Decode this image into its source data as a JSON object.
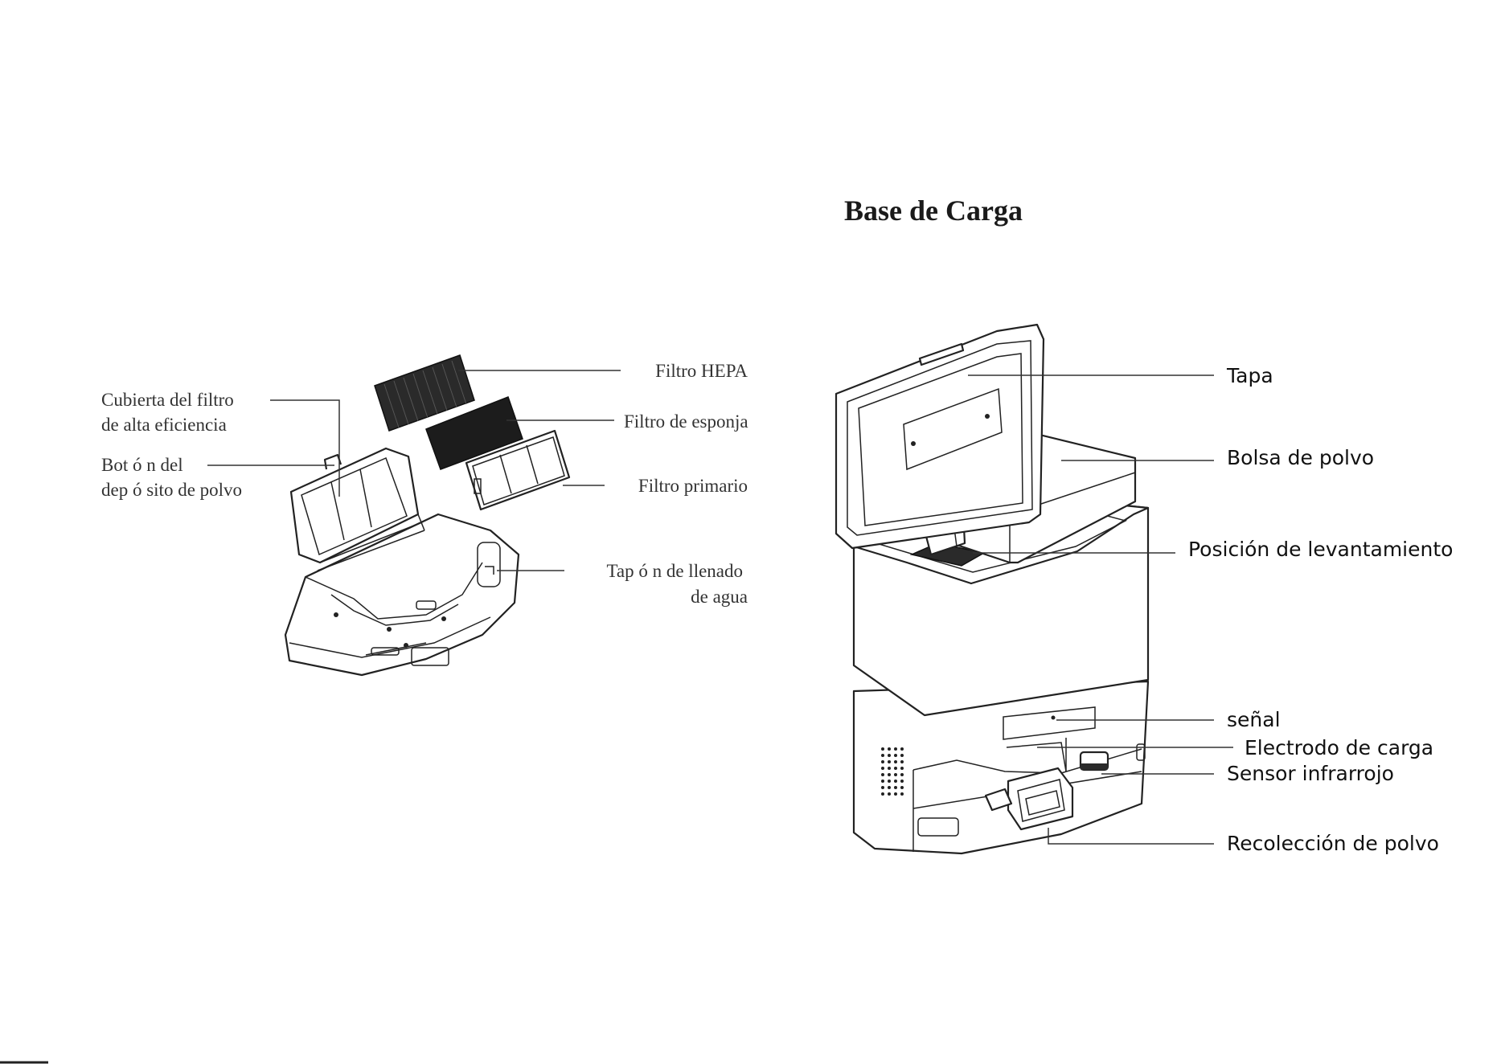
{
  "title": "Base de Carga",
  "left_diagram": {
    "labels": {
      "cover_line1": "Cubierta del filtro",
      "cover_line2": "de alta eficiencia",
      "button_line1": "Bot ó n del",
      "button_line2": "dep ó sito de polvo",
      "hepa": "Filtro HEPA",
      "sponge": "Filtro de esponja",
      "primary": "Filtro primario",
      "cap_line1": "Tap ó n de llenado",
      "cap_line2": "de agua"
    }
  },
  "right_diagram": {
    "labels": {
      "lid": "Tapa",
      "bag": "Bolsa de polvo",
      "lift": "Posición de levantamiento",
      "signal": "señal",
      "electrode": "Electrodo de carga",
      "infrared": "Sensor infrarrojo",
      "dust": "Recolección de polvo"
    }
  }
}
